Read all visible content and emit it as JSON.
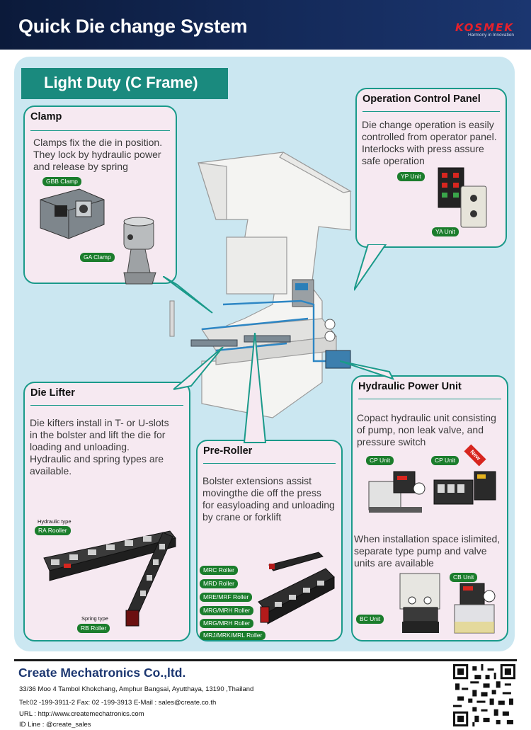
{
  "header": {
    "title": "Quick Die change System",
    "logo_text": "KOSMEK",
    "logo_tagline": "Harmony in Innovation"
  },
  "section_title": "Light Duty (C Frame)",
  "clamp": {
    "title": "Clamp",
    "text": [
      "Clamps fix the die in position.",
      "They lock by hydraulic power",
      "and release by spring"
    ],
    "badges": [
      "GBB Clamp",
      "GA Clamp"
    ]
  },
  "operation_panel": {
    "title": "Operation Control Panel",
    "text": [
      "Die change operation is easily",
      "controlled from operator panel.",
      "Interlocks with press assure",
      "safe operation"
    ],
    "badges": [
      "YP Unit",
      "YA Unit"
    ]
  },
  "die_lifter": {
    "title": "Die Lifter",
    "text": [
      "Die kifters install in T- or U-slots",
      "in the bolster and lift the die for",
      "loading and unloading.",
      "Hydraulic and spring types are",
      "available."
    ],
    "label_hydraulic": "Hydraulic type",
    "badge_ra": "RA Rooller",
    "label_spring": "Spring type",
    "badge_rb": "RB Roller"
  },
  "pre_roller": {
    "title": "Pre-Roller",
    "text": [
      "Bolster extensions assist",
      "movingthe die off the press",
      "for easyloading and unloading",
      "by crane or forklift"
    ],
    "badges": [
      "MRC Roller",
      "MRD Roller",
      "MRE/MRF Roller",
      "MRG/MRH Roller",
      "MRG/MRH Roller",
      "MRJ/MRK/MRL Roller"
    ]
  },
  "hydraulic_unit": {
    "title": "Hydraulic Power Unit",
    "text": [
      "Copact hydraulic unit consisting",
      "of pump, non leak valve, and",
      "pressure switch"
    ],
    "text2": [
      "When installation space islimited,",
      "separate type pump and valve",
      "units are available"
    ],
    "badges": [
      "CP Unit",
      "CP Unit",
      "CB Unit",
      "BC Unit"
    ],
    "new_tag": "New"
  },
  "footer": {
    "company": "Create Mechatronics Co.,ltd.",
    "address": "33/36 Moo 4 Tambol Khokchang, Amphur Bangsai, Ayutthaya, 13190 ,Thailand",
    "contact": "Tel:02 -199-3911-2   Fax: 02 -199-3913   E-Mail : sales@create.co.th",
    "url": "URL : http://www.createmechatronics.com",
    "line": "ID Line : @create_sales"
  },
  "colors": {
    "header_bg": "#142a5a",
    "accent_teal": "#1a8a7e",
    "panel_bg": "#cbe7f1",
    "card_bg": "#f6e9f1",
    "badge_green": "#1b7d2c",
    "logo_red": "#e8202a"
  }
}
